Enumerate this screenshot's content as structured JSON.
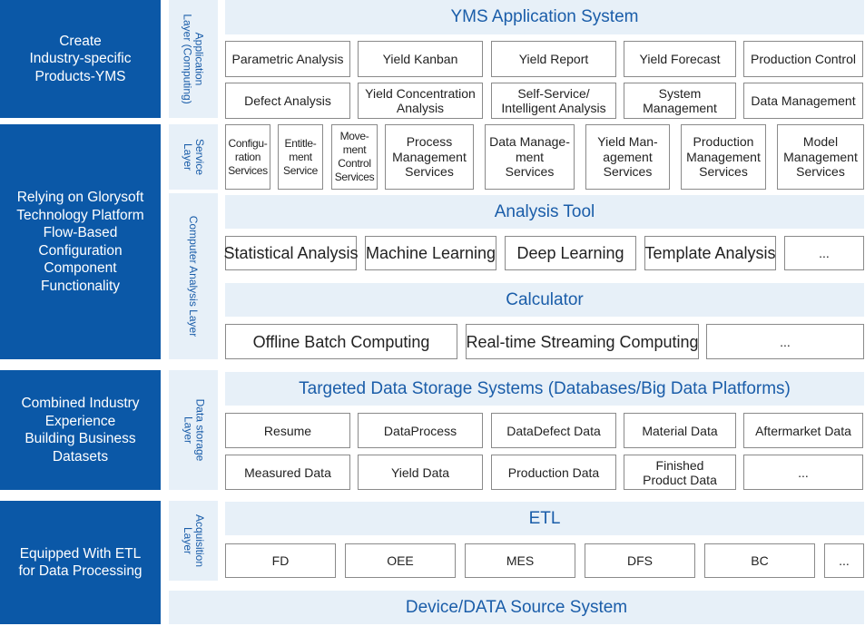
{
  "left_panels": [
    "Create\nIndustry-specific\nProducts-YMS",
    "Relying on Glorysoft\nTechnology Platform\nFlow-Based\nConfiguration\nComponent\nFunctionality",
    "Combined Industry\nExperience\nBuilding Business\nDatasets",
    "Equipped With ETL\nfor Data Processing"
  ],
  "layers": {
    "application": "Application\nLayer (Computing)",
    "service": "Service\nLayer",
    "computer_analysis": "Computer Analysis Layer",
    "data_storage": "Data storage\nLayer",
    "acquisition": "Acquisition\nLayer"
  },
  "application": {
    "title": "YMS Application System",
    "row1": [
      "Parametric Analysis",
      "Yield Kanban",
      "Yield Report",
      "Yield Forecast",
      "Production Control"
    ],
    "row2": [
      "Defect Analysis",
      "Yield Concentration\nAnalysis",
      "Self-Service/\nIntelligent Analysis",
      "System\nManagement",
      "Data Management"
    ]
  },
  "services": [
    "Configu-\nration\nServices",
    "Entitle-\nment\nService",
    "Move-\nment\nControl\nServices",
    "Process\nManagement\nServices",
    "Data Manage-\nment\nServices",
    "Yield Man-\nagement\nServices",
    "Production\nManagement\nServices",
    "Model\nManagement\nServices"
  ],
  "analysis_tool": {
    "title": "Analysis Tool",
    "items": [
      "Statistical Analysis",
      "Machine Learning",
      "Deep Learning",
      "Template Analysis",
      "..."
    ]
  },
  "calculator": {
    "title": "Calculator",
    "items": [
      "Offline Batch Computing",
      "Real-time Streaming Computing",
      "..."
    ]
  },
  "storage": {
    "title": "Targeted Data Storage Systems (Databases/Big Data Platforms)",
    "row1": [
      "Resume",
      "DataProcess",
      "DataDefect Data",
      "Material Data",
      "Aftermarket Data"
    ],
    "row2": [
      "Measured Data",
      "Yield Data",
      "Production Data",
      "Finished\nProduct Data",
      "..."
    ]
  },
  "etl": {
    "title": "ETL",
    "items": [
      "FD",
      "OEE",
      "MES",
      "DFS",
      "BC",
      "..."
    ]
  },
  "source": {
    "title": "Device/DATA Source System"
  }
}
